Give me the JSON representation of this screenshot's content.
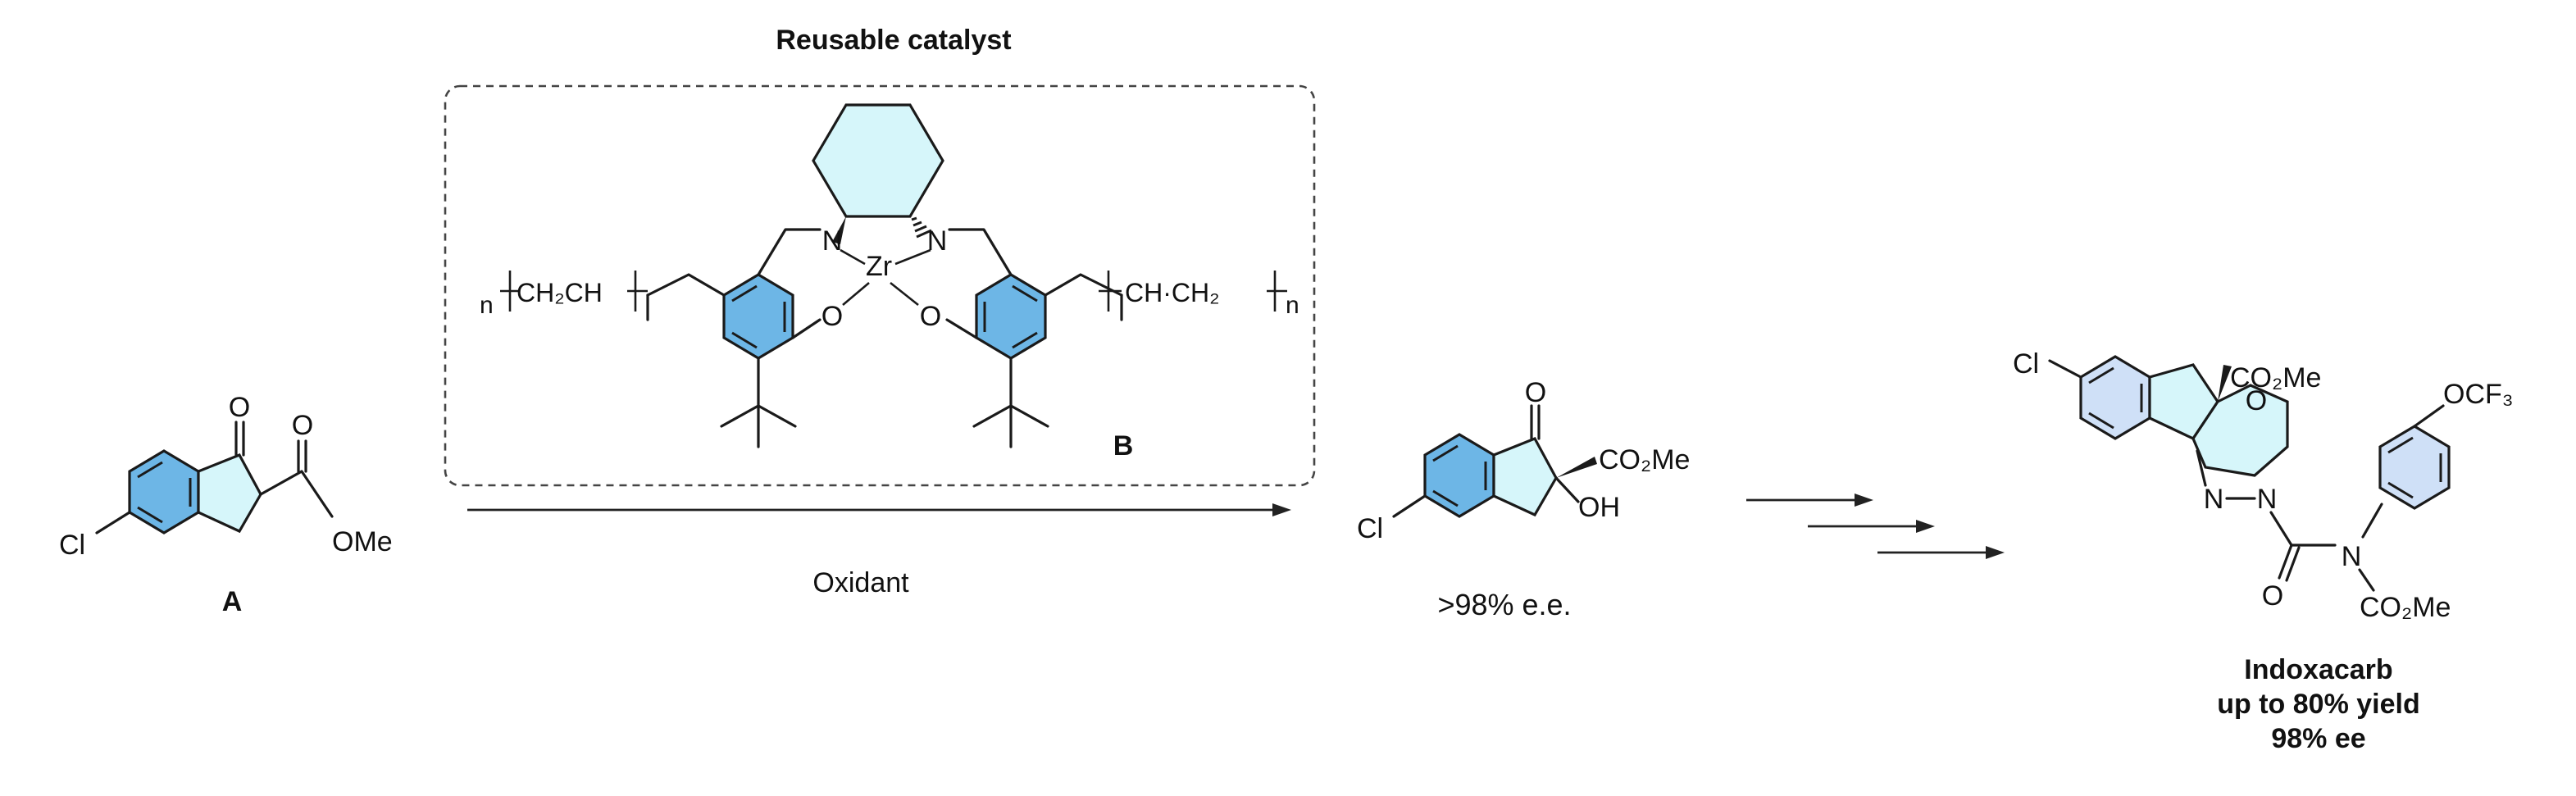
{
  "title": "Reusable catalyst",
  "catalyst": {
    "label": "B",
    "metal": "Zr",
    "n1": "N",
    "n2": "N",
    "o1": "O",
    "o2": "O",
    "polymer_left": {
      "prefix": "n",
      "formula": "CH₂CH"
    },
    "polymer_right": {
      "formula": "CH·CH₂",
      "suffix": "n"
    }
  },
  "reactant": {
    "label": "A",
    "cl": "Cl",
    "ketone_o": "O",
    "ester_o": "O",
    "ester_ome": "OMe"
  },
  "reagent": "Oxidant",
  "intermediate": {
    "cl": "Cl",
    "ketone_o": "O",
    "co2me": "CO₂Me",
    "oh": "OH",
    "ee": ">98% e.e."
  },
  "product": {
    "cl": "Cl",
    "co2me_top": "CO₂Me",
    "o_ring": "O",
    "n1": "N",
    "n2": "N",
    "carbonyl_o": "O",
    "amide_n": "N",
    "co2me_bottom": "CO₂Me",
    "ocf3": "OCF₃",
    "name": "Indoxacarb",
    "yield": "up to 80% yield",
    "ee": "98% ee"
  },
  "colors": {
    "aromatic_fill": "#6db6e6",
    "cycle_fill": "#d6f6fa",
    "product_aromatic_fill": "#cfe0f7",
    "product_ring_fill": "#d6f6fa"
  }
}
